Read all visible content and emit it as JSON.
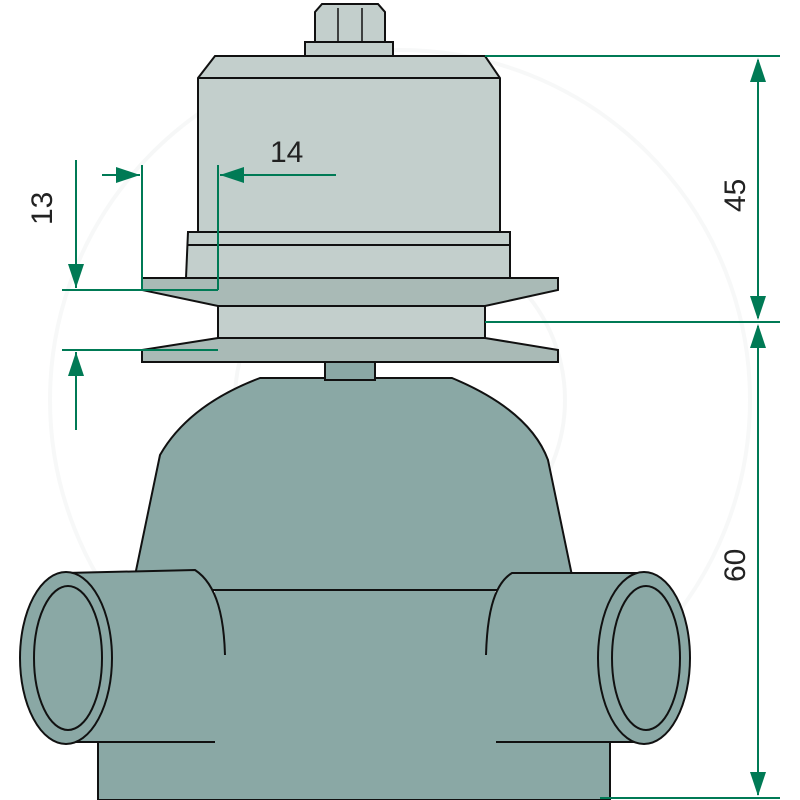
{
  "dimensions": {
    "total_upper_height": "45",
    "total_lower_height": "60",
    "groove_width": "14",
    "groove_depth": "13"
  },
  "colors": {
    "dimension_line": "#007a55",
    "upper_body": "#c3cfcc",
    "pulley": "#a9bab6",
    "lower_body": "#8aa8a5",
    "outline": "#111111",
    "background": "#ffffff"
  }
}
